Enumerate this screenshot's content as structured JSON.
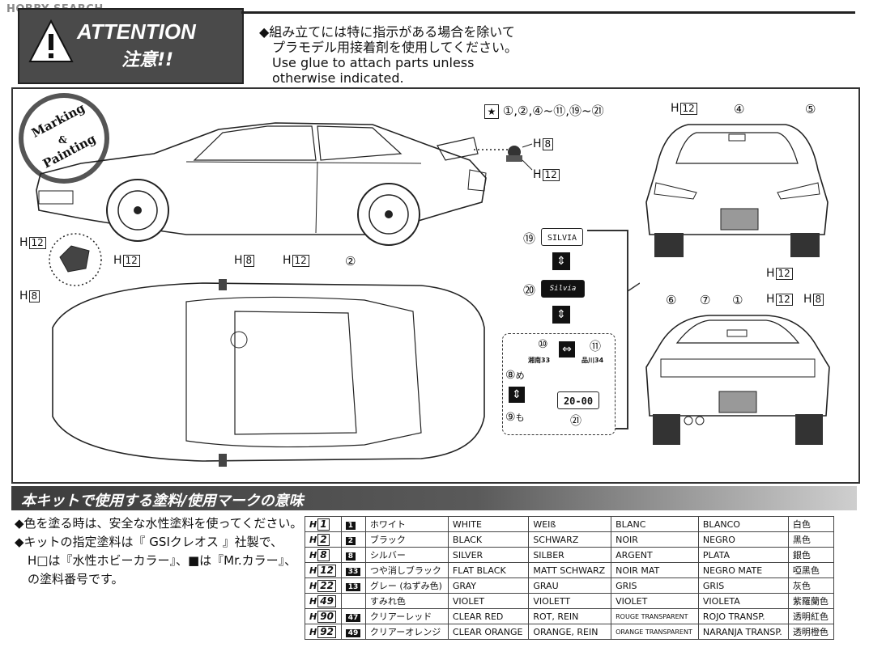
{
  "watermark": "HOBBY SEARCH",
  "attention": {
    "title": "ATTENTION",
    "subtitle": "注意!!",
    "ja_line1": "◆組み立てには特に指示がある場合を除いて",
    "ja_line2": "プラモデル用接着剤を使用してください。",
    "en_line1": "Use glue to attach parts unless",
    "en_line2": "otherwise indicated."
  },
  "diagram": {
    "badge_line1": "Marking",
    "badge_amp": "&",
    "badge_line2": "Painting",
    "decal_list": "①,②,④~⑪,⑲~㉑",
    "labels": {
      "h8": "H",
      "h8_num": "8",
      "h12": "H",
      "h12_num": "12",
      "n1": "①",
      "n2": "②",
      "n4": "④",
      "n5": "⑤",
      "n6": "⑥",
      "n7": "⑦",
      "n8": "⑧",
      "n9": "⑨",
      "n10": "⑩",
      "n11": "⑪",
      "n19": "⑲",
      "n20": "⑳",
      "n21": "㉑"
    },
    "plate19": "SILVIA",
    "plate20": "Silvia",
    "plate21": "20-00",
    "shonan": "湘南33",
    "shinagawa": "品川34",
    "me": "め",
    "mo": "も"
  },
  "section": {
    "title": "本キットで使用する塗料/使用マークの意味",
    "note1": "◆色を塗る時は、安全な水性塗料を使ってください。",
    "note2": "◆キットの指定塗料は『 GSIクレオス 』社製で、",
    "note3": "H□は『水性ホビーカラー』、■は『Mr.カラー』、",
    "note4": "の塗料番号です。"
  },
  "paint_table": [
    {
      "h": "1",
      "m": "1",
      "ja": "ホワイト",
      "en": "WHITE",
      "de": "WEIß",
      "fr": "BLANC",
      "es": "BLANCO",
      "zh": "白色"
    },
    {
      "h": "2",
      "m": "2",
      "ja": "ブラック",
      "en": "BLACK",
      "de": "SCHWARZ",
      "fr": "NOIR",
      "es": "NEGRO",
      "zh": "黑色"
    },
    {
      "h": "8",
      "m": "8",
      "ja": "シルバー",
      "en": "SILVER",
      "de": "SILBER",
      "fr": "ARGENT",
      "es": "PLATA",
      "zh": "銀色"
    },
    {
      "h": "12",
      "m": "33",
      "ja": "つや消しブラック",
      "en": "FLAT BLACK",
      "de": "MATT SCHWARZ",
      "fr": "NOIR MAT",
      "es": "NEGRO MATE",
      "zh": "啞黑色"
    },
    {
      "h": "22",
      "m": "13",
      "ja": "グレー (ねずみ色)",
      "en": "GRAY",
      "de": "GRAU",
      "fr": "GRIS",
      "es": "GRIS",
      "zh": "灰色"
    },
    {
      "h": "49",
      "m": "",
      "ja": "すみれ色",
      "en": "VIOLET",
      "de": "VIOLETT",
      "fr": "VIOLET",
      "es": "VIOLETA",
      "zh": "紫羅蘭色"
    },
    {
      "h": "90",
      "m": "47",
      "ja": "クリアーレッド",
      "en": "CLEAR RED",
      "de": "ROT, REIN",
      "fr": "ROUGE TRANSPARENT",
      "es": "ROJO TRANSP.",
      "zh": "透明紅色"
    },
    {
      "h": "92",
      "m": "49",
      "ja": "クリアーオレンジ",
      "en": "CLEAR ORANGE",
      "de": "ORANGE, REIN",
      "fr": "ORANGE TRANSPARENT",
      "es": "NARANJA TRANSP.",
      "zh": "透明橙色"
    }
  ]
}
